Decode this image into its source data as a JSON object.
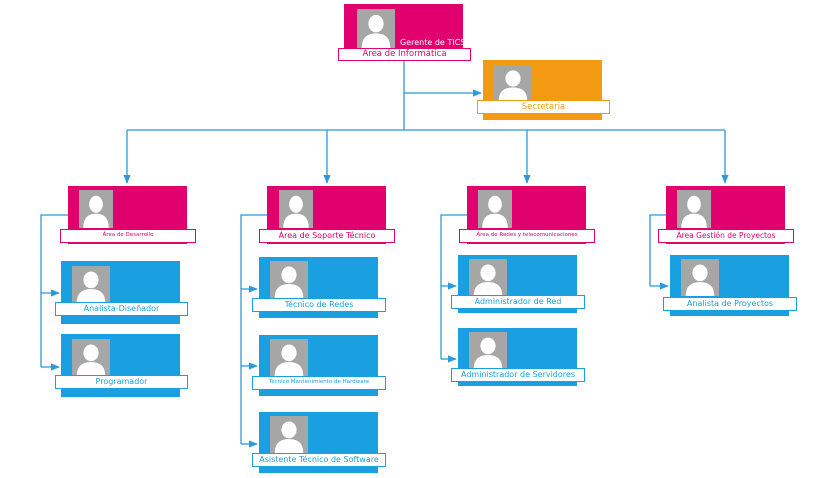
{
  "colors": {
    "magenta": "#e0006e",
    "orange": "#f29a12",
    "blue": "#1aa0e0",
    "connector": "#2a9bd8",
    "avatar_bg": "#a6a6a6",
    "avatar_fg": "#ffffff"
  },
  "chart": {
    "root": {
      "name": "Gerente de TICS",
      "area": "Área de Informática",
      "color": "magenta"
    },
    "assistant": {
      "area": "Secretaria",
      "color": "orange"
    },
    "departments": [
      {
        "area": "Área de Desarrollo",
        "color": "magenta",
        "children": [
          {
            "area": "Analista-Diseñador",
            "color": "blue"
          },
          {
            "area": "Programador",
            "color": "blue"
          }
        ]
      },
      {
        "area": "Área de Soporte Técnico",
        "color": "magenta",
        "children": [
          {
            "area": "Técnico de Redes",
            "color": "blue"
          },
          {
            "area": "Técnico Mantenimiento de Hardware",
            "color": "blue"
          },
          {
            "area": "Asistente Técnico de Software",
            "color": "blue"
          }
        ]
      },
      {
        "area": "Área de Redes y telecomunicaciones",
        "color": "magenta",
        "children": [
          {
            "area": "Administrador de Red",
            "color": "blue"
          },
          {
            "area": "Administrador de Servidores",
            "color": "blue"
          }
        ]
      },
      {
        "area": "Área Gestión de Proyectos",
        "color": "magenta",
        "children": [
          {
            "area": "Analista de Proyectos",
            "color": "blue"
          }
        ]
      }
    ]
  }
}
